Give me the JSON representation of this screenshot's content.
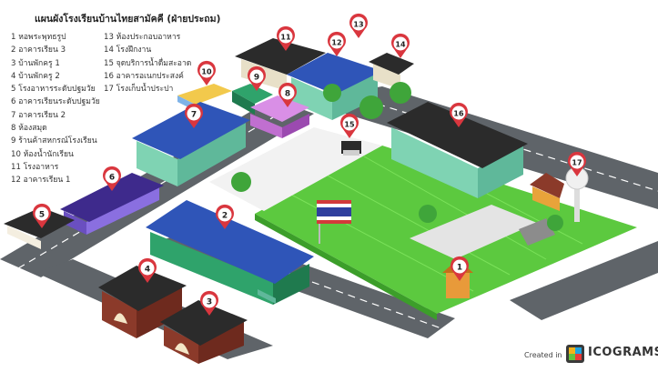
{
  "title": "แผนผังโรงเรียนบ้านไทยสามัคคี (ฝ่ายประถม)",
  "legend_col1": [
    {
      "num": "1",
      "label": "หอพระพุทธรูป"
    },
    {
      "num": "2",
      "label": "อาคารเรียน 3"
    },
    {
      "num": "3",
      "label": "บ้านพักครู 1"
    },
    {
      "num": "4",
      "label": "บ้านพักครู 2"
    },
    {
      "num": "5",
      "label": "โรงอาหารระดับปฐมวัย"
    },
    {
      "num": "6",
      "label": "อาคารเรียนระดับปฐมวัย"
    },
    {
      "num": "7",
      "label": "อาคารเรียน 2"
    },
    {
      "num": "8",
      "label": "ห้องสมุด"
    },
    {
      "num": "9",
      "label": "ร้านค้าสหกรณ์โรงเรียน"
    },
    {
      "num": "10",
      "label": "ห้องน้ำนักเรียน"
    },
    {
      "num": "11",
      "label": "โรงอาหาร"
    },
    {
      "num": "12",
      "label": "อาคารเรียน 1"
    }
  ],
  "legend_col2": [
    {
      "num": "13",
      "label": "ห้องประกอบอาหาร"
    },
    {
      "num": "14",
      "label": "โรงฝึกงาน"
    },
    {
      "num": "15",
      "label": "จุดบริการน้ำดื่มสะอาด"
    },
    {
      "num": "16",
      "label": "อาคารอเนกประสงค์"
    },
    {
      "num": "17",
      "label": "โรงเก็บน้ำประปา"
    }
  ],
  "markers": [
    "1",
    "2",
    "3",
    "4",
    "5",
    "6",
    "7",
    "8",
    "9",
    "10",
    "11",
    "12",
    "13",
    "14",
    "15",
    "16",
    "17"
  ],
  "credit": {
    "created_in": "Created in",
    "brand": "ICOGRAMS"
  },
  "colors": {
    "marker": "#d9363e",
    "grass": "#5cc93f",
    "road": "#5f6469",
    "roof_blue": "#2f55b8",
    "roof_dark": "#2b2b2b",
    "wall_green": "#7fd3b3",
    "house_wall": "#8b3a2a"
  }
}
